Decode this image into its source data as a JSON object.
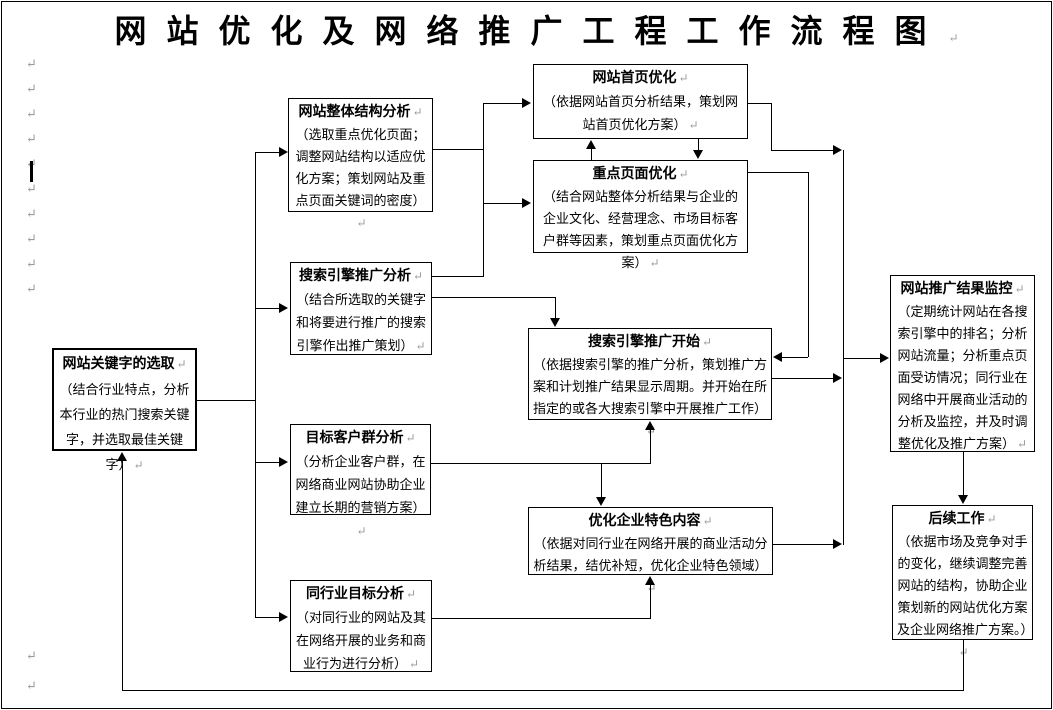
{
  "page": {
    "title": "网站优化及网络推广工程工作流程图",
    "paragraph_mark": "↵"
  },
  "colors": {
    "line": "#000000",
    "box_border": "#000000",
    "background": "#ffffff",
    "paragraph_mark_gray": "#9a9a9a"
  },
  "boxes": {
    "keywords": {
      "title": "网站关键字的选取",
      "body": "（结合行业特点，分析本行业的热门搜索关键字，并选取最佳关键字）"
    },
    "structure": {
      "title": "网站整体结构分析",
      "body": "（选取重点优化页面；调整网站结构以适应优化方案；策划网站及重点页面关键词的密度）"
    },
    "search_analysis": {
      "title": "搜索引擎推广分析",
      "body": "（结合所选取的关键字和将要进行推广的搜索引擎作出推广策划）"
    },
    "customers": {
      "title": "目标客户群分析",
      "body": "（分析企业客户群，在网络商业网站协助企业建立长期的营销方案）"
    },
    "industry": {
      "title": "同行业目标分析",
      "body": "（对同行业的网站及其在网络开展的业务和商业行为进行分析）"
    },
    "homepage": {
      "title": "网站首页优化",
      "body": "（依据网站首页分析结果，策划网站首页优化方案）"
    },
    "keypages": {
      "title": "重点页面优化",
      "body": "（结合网站整体分析结果与企业的企业文化、经营理念、市场目标客户群等因素，策划重点页面优化方案）"
    },
    "promo_start": {
      "title": "搜索引擎推广开始",
      "body": "（依据搜索引擎的推广分析，策划推广方案和计划推广结果显示周期。并开始在所指定的或各大搜索引擎中开展推广工作）"
    },
    "features": {
      "title": "优化企业特色内容",
      "body": "（依据对同行业在网络开展的商业活动分析结果，结优补短，优化企业特色领域）"
    },
    "monitor": {
      "title": "网站推广结果监控",
      "body": "（定期统计网站在各搜索引擎中的排名；分析网站流量；分析重点页面受访情况；同行业在网络中开展商业活动的分析及监控，并及时调整优化及推广方案）"
    },
    "followup": {
      "title": "后续工作",
      "body": "（依据市场及竞争对手的变化，继续调整完善网站的结构，协助企业策划新的网站优化方案及企业网络推广方案。）"
    }
  }
}
